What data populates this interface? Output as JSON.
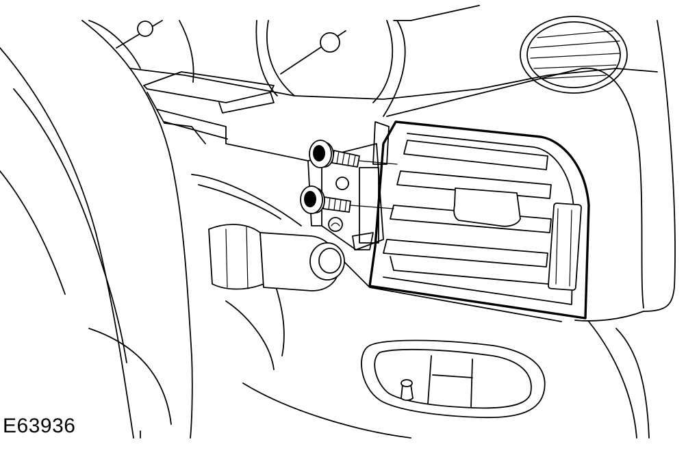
{
  "figure": {
    "id_label": "E63936"
  },
  "colors": {
    "line": "#000000",
    "background": "#ffffff"
  },
  "parts": [
    "steering-wheel",
    "instrument-cluster",
    "instrument-panel",
    "side-air-vent",
    "vent-retaining-screws",
    "combination-switch-stalk",
    "lower-trim-panel"
  ]
}
